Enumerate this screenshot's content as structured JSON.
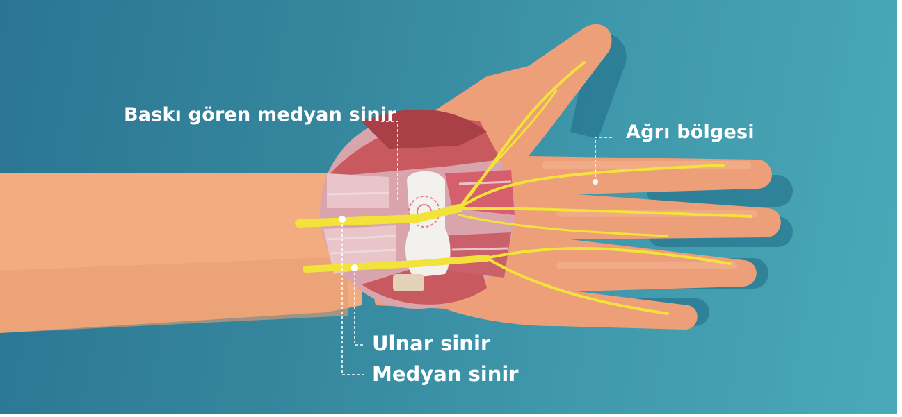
{
  "labels": {
    "compressed_median_nerve": "Baskı gören medyan sinir",
    "pain_region": "Ağrı bölgesi",
    "ulnar_nerve": "Ulnar sinir",
    "median_nerve": "Medyan sinir"
  },
  "colors": {
    "background_start": "#2b7593",
    "background_end": "#4aa9b8",
    "skin": "#f2ac80",
    "palm": "#ec9f79",
    "muscle": "#c85a5f",
    "nerve": "#f3e23a",
    "bone": "#f3f1ee"
  }
}
